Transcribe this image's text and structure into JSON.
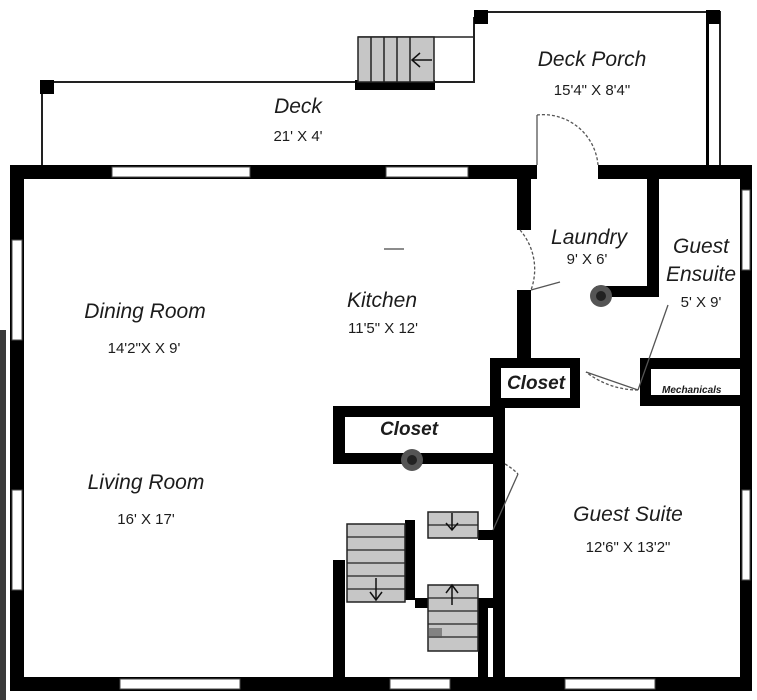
{
  "rooms": {
    "deck": {
      "name": "Deck",
      "dims": "21' X 4'"
    },
    "deck_porch": {
      "name": "Deck Porch",
      "dims": "15'4\" X 8'4\""
    },
    "laundry": {
      "name": "Laundry",
      "dims": "9' X 6'"
    },
    "guest_ensuite": {
      "name_line1": "Guest",
      "name_line2": "Ensuite",
      "dims": "5' X 9'"
    },
    "dining_room": {
      "name": "Dining Room",
      "dims": "14'2\"X X 9'"
    },
    "kitchen": {
      "name": "Kitchen",
      "dims": "11'5\" X 12'"
    },
    "living_room": {
      "name": "Living Room",
      "dims": "16' X 17'"
    },
    "guest_suite": {
      "name": "Guest Suite",
      "dims": "12'6\" X 13'2\""
    }
  },
  "closets": {
    "upper": "Closet",
    "lower": "Closet"
  },
  "mechanicals": "Mechanicals",
  "colors": {
    "wall": "#000000",
    "stair": "#c6c6c6",
    "window": "#ffffff",
    "edge": "#4a4a4a"
  }
}
